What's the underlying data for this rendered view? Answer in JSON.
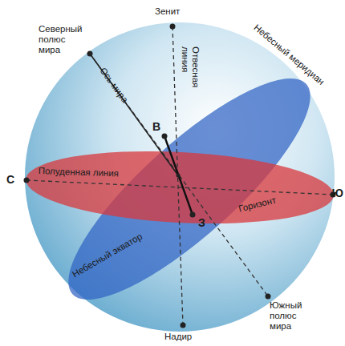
{
  "diagram": {
    "labels": [
      "Зенит",
      "Северный полюс мира",
      "Ось мира",
      "Отвесная линия",
      "Небесный меридиан",
      "В",
      "С",
      "Полуденная линия",
      "Ю",
      "Горизонт",
      "З",
      "Небесный экватор",
      "Южный полюс мира",
      "Надир"
    ]
  }
}
